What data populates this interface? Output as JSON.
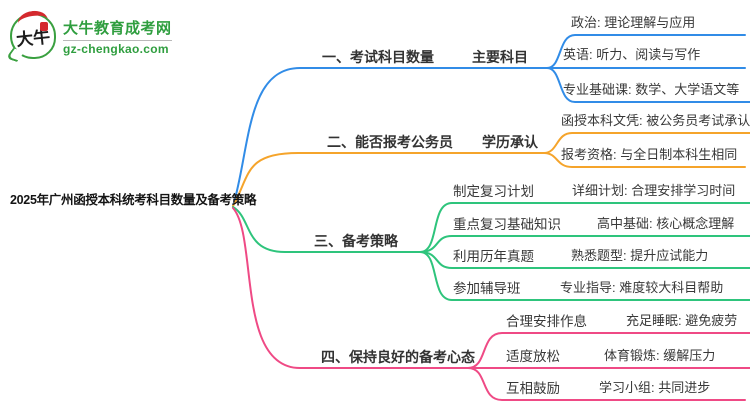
{
  "logo": {
    "mark_text": "大牛",
    "site_name": "大牛教育成考网",
    "domain": "gz-chengkao.com"
  },
  "root": {
    "title": "2025年广州函授本科统考科目数量及备考策略"
  },
  "colors": {
    "branch1": "#318ce7",
    "branch2": "#f5a42b",
    "branch3": "#2ec47c",
    "branch4": "#ef4a85",
    "logo_green": "#2f9e3f",
    "logo_red": "#d4292e"
  },
  "branches": [
    {
      "label": "一、考试科目数量",
      "sub": "主要科目",
      "leaves": [
        "政治: 理论理解与应用",
        "英语: 听力、阅读与写作",
        "专业基础课: 数学、大学语文等"
      ]
    },
    {
      "label": "二、能否报考公务员",
      "sub": "学历承认",
      "leaves": [
        "函授本科文凭: 被公务员考试承认",
        "报考资格: 与全日制本科生相同"
      ]
    },
    {
      "label": "三、备考策略",
      "rows": [
        {
          "mid": "制定复习计划",
          "leaf": "详细计划: 合理安排学习时间"
        },
        {
          "mid": "重点复习基础知识",
          "leaf": "高中基础: 核心概念理解"
        },
        {
          "mid": "利用历年真题",
          "leaf": "熟悉题型: 提升应试能力"
        },
        {
          "mid": "参加辅导班",
          "leaf": "专业指导: 难度较大科目帮助"
        }
      ]
    },
    {
      "label": "四、保持良好的备考心态",
      "rows": [
        {
          "mid": "合理安排作息",
          "leaf": "充足睡眠: 避免疲劳"
        },
        {
          "mid": "适度放松",
          "leaf": "体育锻炼: 缓解压力"
        },
        {
          "mid": "互相鼓励",
          "leaf": "学习小组: 共同进步"
        }
      ]
    }
  ]
}
